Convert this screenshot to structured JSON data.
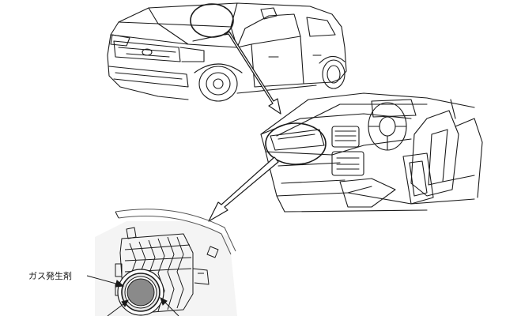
{
  "callouts": {
    "gas_generator": "ガス発生剤"
  },
  "colors": {
    "line": "#1a1a1a",
    "arrow_fill": "#ffffff",
    "propellant_fill": "#8a8a8a",
    "ring_fill": "#e8e8e8"
  },
  "icons": {
    "car": "car-illustration",
    "dashboard": "dashboard-illustration",
    "inflator": "airbag-inflator-illustration"
  }
}
